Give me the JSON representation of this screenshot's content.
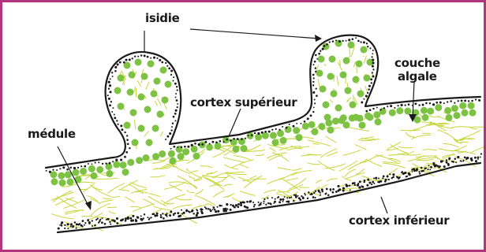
{
  "diagram": {
    "labels": {
      "isidie": "isidie",
      "cortex_superieur": "cortex supérieur",
      "couche_algale_line1": "couche",
      "couche_algale_line2": "algale",
      "medule": "médule",
      "cortex_inferieur": "cortex inférieur"
    },
    "colors": {
      "frame": "#b0357e",
      "algae": "#7dc242",
      "hyphae": "#c6d63a",
      "ink": "#1a1a1a"
    }
  }
}
